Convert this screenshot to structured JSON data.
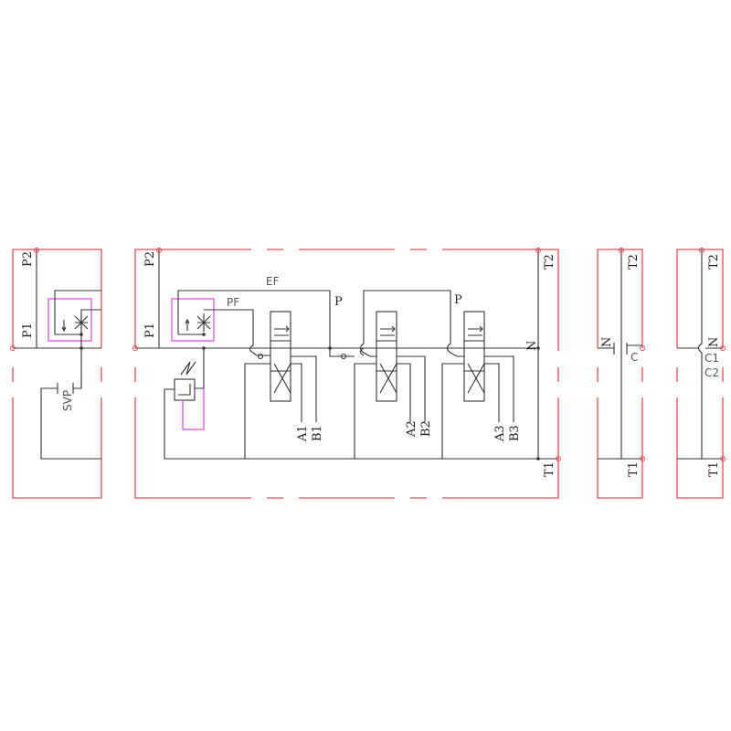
{
  "panel_inlet": {
    "P2": "P2",
    "P1": "P1",
    "SVP": "SVP"
  },
  "panel_main": {
    "P2": "P2",
    "P1": "P1",
    "EF": "EF",
    "PF": "PF",
    "P_a": "P",
    "P_b": "P",
    "N": "N",
    "T2": "T2",
    "T1": "T1",
    "ports": [
      "A1",
      "B1",
      "A2",
      "B2",
      "A3",
      "B3"
    ]
  },
  "panel_end_c": {
    "N": "N",
    "C": "C",
    "T2": "T2",
    "T1": "T1"
  },
  "panel_end_c1c2": {
    "N": "N",
    "C1": "C1",
    "C2": "C2",
    "T2": "T2",
    "T1": "T1"
  },
  "colors": {
    "outline": "#f0484c",
    "pilot": "#e040e8",
    "line": "#333333"
  }
}
